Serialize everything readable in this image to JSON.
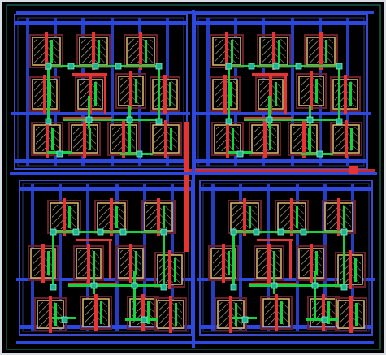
{
  "window": {
    "background": "#000000",
    "outer_frame": "#9aa7b5",
    "canvas_frame": "#ffffff"
  },
  "colors": {
    "well": "#4c67d8",
    "well_boundary": "#2a3fd0",
    "select": "#6b1f2a",
    "poly": "#e43434",
    "active": "#d4b46a",
    "metal1": "#2d48e0",
    "metal2": "#17d23f",
    "contact": "#1fb58e",
    "implant_hatch": "#b7a98a",
    "cell_boundary": "#3a4ac8"
  },
  "view": {
    "layer_palette": [
      "well",
      "select",
      "poly",
      "active",
      "metal1",
      "metal2",
      "contact"
    ]
  }
}
